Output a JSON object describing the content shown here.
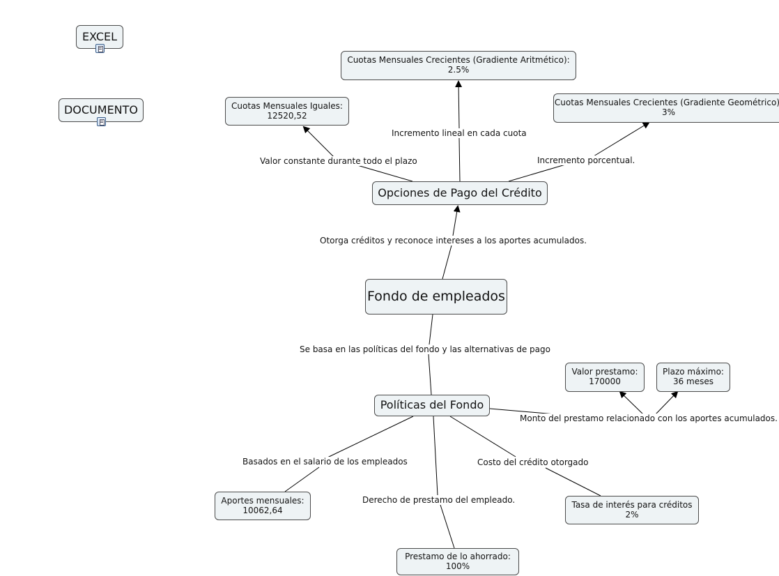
{
  "resources": {
    "excel": "EXCEL",
    "documento": "DOCUMENTO",
    "attachment_icon": "document-attachment-icon"
  },
  "nodes": {
    "opciones": "Opciones de Pago del Crédito",
    "cuotas_aritmetico": {
      "line1": "Cuotas Mensuales Crecientes (Gradiente Aritmético):",
      "line2": "2.5%"
    },
    "cuotas_iguales": {
      "line1": "Cuotas Mensuales Iguales:",
      "line2": "12520,52"
    },
    "cuotas_geometrico": {
      "line1": "Cuotas Mensuales Crecientes (Gradiente Geométrico):",
      "line2": "3%"
    },
    "fondo": "Fondo de empleados",
    "politicas": "Políticas del Fondo",
    "valor_prestamo": {
      "line1": "Valor prestamo:",
      "line2": "170000"
    },
    "plazo_maximo": {
      "line1": "Plazo máximo:",
      "line2": "36 meses"
    },
    "aportes": {
      "line1": "Aportes mensuales:",
      "line2": "10062,64"
    },
    "prestamo_ahorrado": {
      "line1": "Prestamo de lo ahorrado:",
      "line2": "100%"
    },
    "tasa_interes": {
      "line1": "Tasa de interés para créditos",
      "line2": "2%"
    }
  },
  "links": {
    "valor_constante": "Valor constante durante todo el plazo",
    "incremento_lineal": "Incremento lineal en cada cuota",
    "incremento_porcentual": "Incremento porcentual.",
    "otorga_creditos": "Otorga créditos y reconoce intereses a los aportes acumulados.",
    "se_basa": "Se basa en las políticas del fondo y las alternativas de pago",
    "monto_prestamo": "Monto del prestamo relacionado con los aportes acumulados.",
    "basados_salario": "Basados en el salario de los empleados",
    "costo_credito": "Costo del crédito otorgado",
    "derecho_prestamo": "Derecho de prestamo del empleado."
  }
}
